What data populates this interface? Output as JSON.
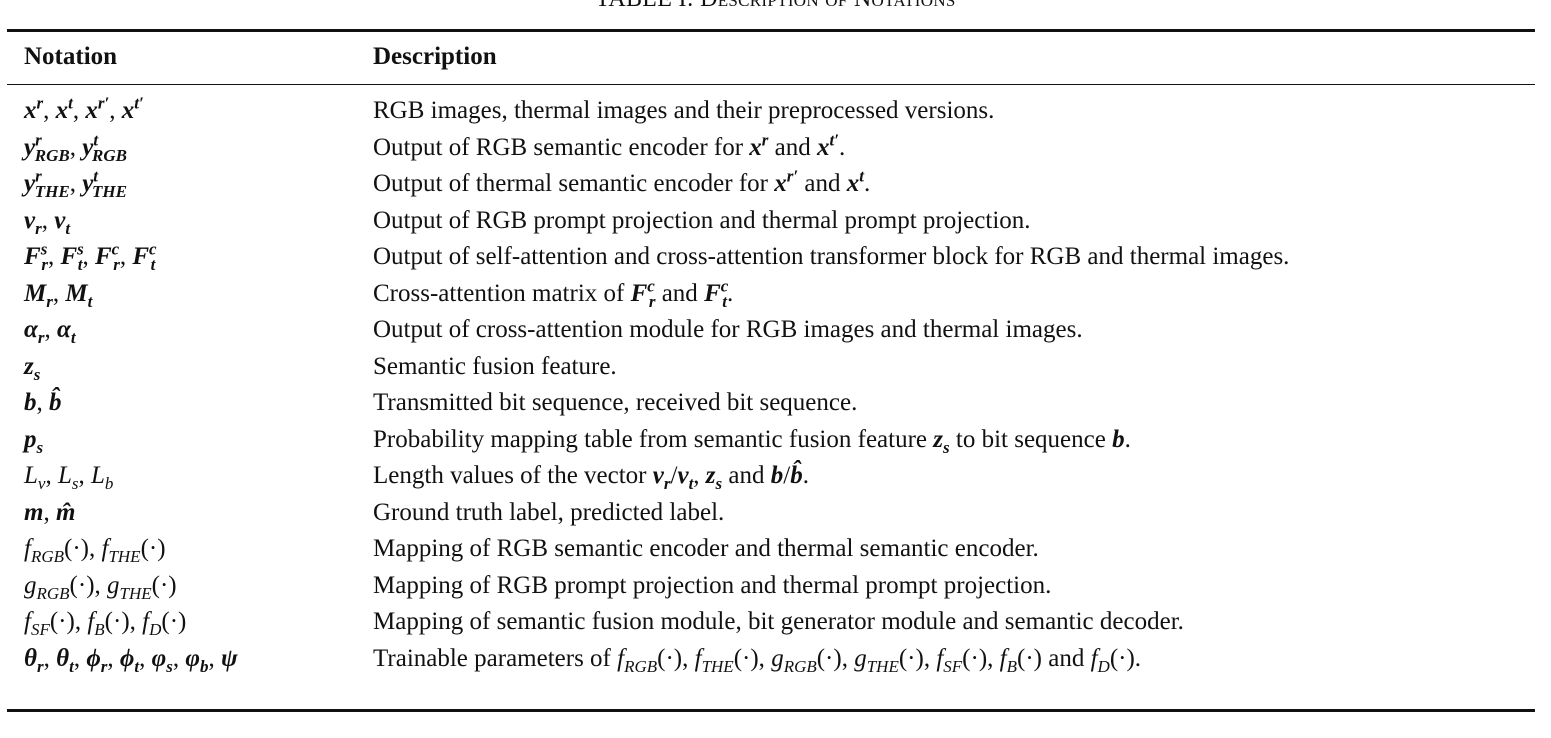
{
  "caption": "TABLE I: Description of Notations",
  "header": {
    "notation": "Notation",
    "description": "Description"
  },
  "rows": [
    {
      "notation": "x^r, x^t, x^r′, x^t′",
      "description": "RGB images, thermal images and their preprocessed versions."
    },
    {
      "notation": "y^r_RGB, y^t_RGB",
      "description": "Output of RGB semantic encoder for x^r and x^t′."
    },
    {
      "notation": "y^r_THE, y^t_THE",
      "description": "Output of thermal semantic encoder for x^r′ and x^t."
    },
    {
      "notation": "v_r, v_t",
      "description": "Output of RGB prompt projection and thermal prompt projection."
    },
    {
      "notation": "F^s_r, F^s_t, F^c_r, F^c_t",
      "description": "Output of self-attention and cross-attention transformer block for RGB and thermal images."
    },
    {
      "notation": "M_r, M_t",
      "description": "Cross-attention matrix of F^c_r and F^c_t."
    },
    {
      "notation": "α_r, α_t",
      "description": "Output of cross-attention module for RGB images and thermal images."
    },
    {
      "notation": "z_s",
      "description": "Semantic fusion feature."
    },
    {
      "notation": "b, b̂",
      "description": "Transmitted bit sequence, received bit sequence."
    },
    {
      "notation": "p_s",
      "description": "Probability mapping table from semantic fusion feature z_s to bit sequence b."
    },
    {
      "notation": "L_v, L_s, L_b",
      "description": "Length values of the vector v_r/v_t, z_s and b/b̂."
    },
    {
      "notation": "m, m̂",
      "description": "Ground truth label, predicted label."
    },
    {
      "notation": "f_RGB(·), f_THE(·)",
      "description": "Mapping of RGB semantic encoder and thermal semantic encoder."
    },
    {
      "notation": "g_RGB(·), g_THE(·)",
      "description": "Mapping of RGB prompt projection and thermal prompt projection."
    },
    {
      "notation": "f_SF(·), f_B(·), f_D(·)",
      "description": "Mapping of semantic fusion module, bit generator module and semantic decoder."
    },
    {
      "notation": "θ_r, θ_t, ϕ_r, ϕ_t, φ_s, φ_b, ψ",
      "description": "Trainable parameters of f_RGB(·), f_THE(·), g_RGB(·), g_THE(·), f_SF(·), f_B(·) and f_D(·)."
    }
  ]
}
